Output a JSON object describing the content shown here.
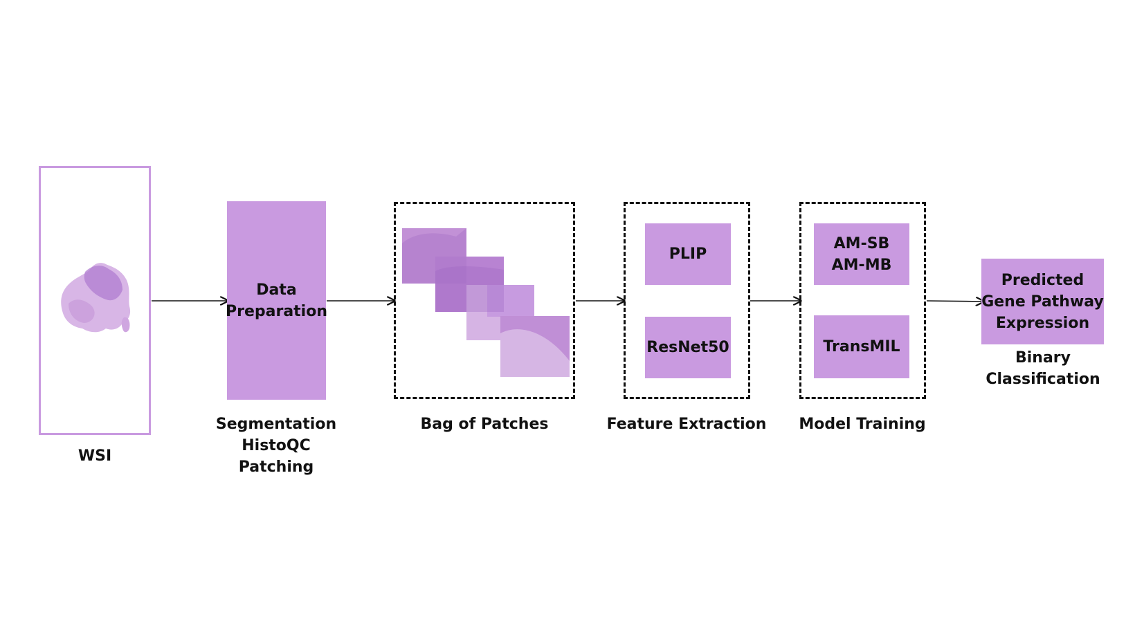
{
  "colors": {
    "accent": "#c99ae0",
    "tissue_light": "#d8b6e6",
    "tissue_dark": "#b07cd0",
    "line": "#111111"
  },
  "wsi": {
    "label": "WSI"
  },
  "data_preparation": {
    "box_lines": [
      "Data",
      "Preparation"
    ],
    "caption_lines": [
      "Segmentation",
      "HistoQC",
      "Patching"
    ]
  },
  "bag_of_patches": {
    "caption": "Bag of Patches"
  },
  "feature_extraction": {
    "models": [
      "PLIP",
      "ResNet50"
    ],
    "caption": "Feature Extraction"
  },
  "model_training": {
    "models": [
      [
        "AM-SB",
        "AM-MB"
      ],
      [
        "TransMIL"
      ]
    ],
    "caption": "Model Training"
  },
  "output": {
    "box_lines": [
      "Predicted",
      "Gene Pathway",
      "Expression"
    ],
    "caption_lines": [
      "Binary",
      "Classification"
    ]
  }
}
